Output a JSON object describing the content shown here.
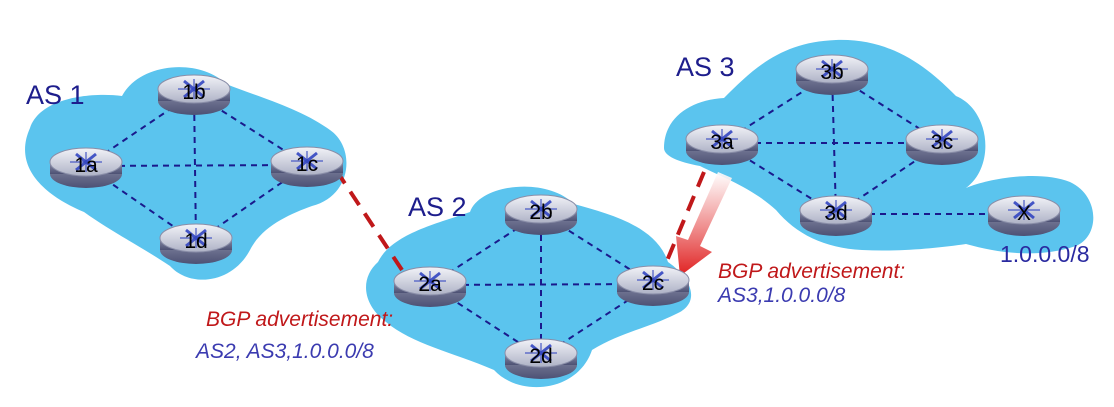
{
  "autonomous_systems": [
    {
      "id": "as1",
      "label": "AS 1"
    },
    {
      "id": "as2",
      "label": "AS 2"
    },
    {
      "id": "as3",
      "label": "AS 3"
    }
  ],
  "routers": [
    {
      "id": "1a",
      "label": "1a"
    },
    {
      "id": "1b",
      "label": "1b"
    },
    {
      "id": "1c",
      "label": "1c"
    },
    {
      "id": "1d",
      "label": "1d"
    },
    {
      "id": "2a",
      "label": "2a"
    },
    {
      "id": "2b",
      "label": "2b"
    },
    {
      "id": "2c",
      "label": "2c"
    },
    {
      "id": "2d",
      "label": "2d"
    },
    {
      "id": "3a",
      "label": "3a"
    },
    {
      "id": "3b",
      "label": "3b"
    },
    {
      "id": "3c",
      "label": "3c"
    },
    {
      "id": "3d",
      "label": "3d"
    },
    {
      "id": "x",
      "label": "X"
    }
  ],
  "prefix": "1.0.0.0/8",
  "advertisements": {
    "as3_to_as2": {
      "title": "BGP advertisement:",
      "path": "AS3,1.0.0.0/8"
    },
    "as2_to_as1": {
      "title": "BGP advertisement:",
      "path": "AS2, AS3,1.0.0.0/8"
    }
  },
  "colors": {
    "cloud": "#5bc4ee",
    "intra_link": "#1a1a8c",
    "ebgp_link": "#c0181a",
    "router_body": "#b4b8cc"
  }
}
